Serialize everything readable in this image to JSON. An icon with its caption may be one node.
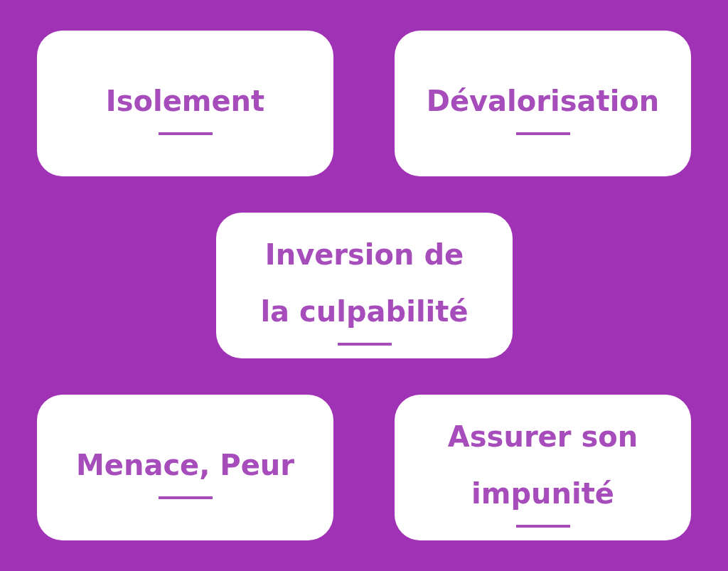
{
  "diagram": {
    "nodes": [
      {
        "text": [
          "Isolement"
        ]
      },
      {
        "text": [
          "Dévalorisation"
        ]
      },
      {
        "text": [
          "Inversion de la culpabilité"
        ]
      },
      {
        "text": [
          "Menace, Peur"
        ]
      },
      {
        "text": [
          "Assurer son impunité"
        ]
      }
    ]
  }
}
